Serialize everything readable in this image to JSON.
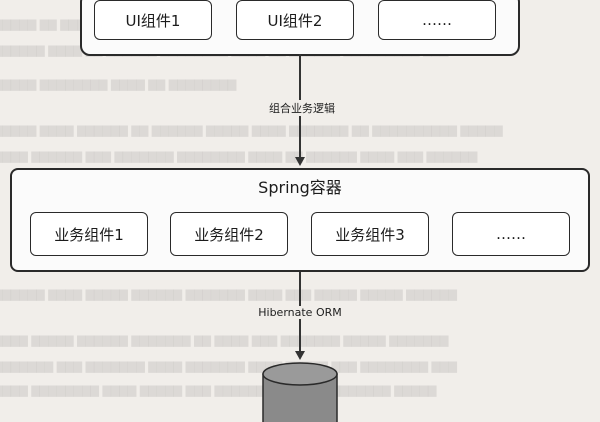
{
  "ui_layer": {
    "components": [
      "UI组件1",
      "UI组件2",
      "……"
    ]
  },
  "arrow_1": {
    "label": "组合业务逻辑"
  },
  "spring_layer": {
    "title": "Spring容器",
    "components": [
      "业务组件1",
      "业务组件2",
      "业务组件3",
      "……"
    ]
  },
  "arrow_2": {
    "label": "Hibernate ORM"
  },
  "colors": {
    "border": "#2a2a2a",
    "database": "#8a8a8a",
    "page": "#f1eeea"
  }
}
